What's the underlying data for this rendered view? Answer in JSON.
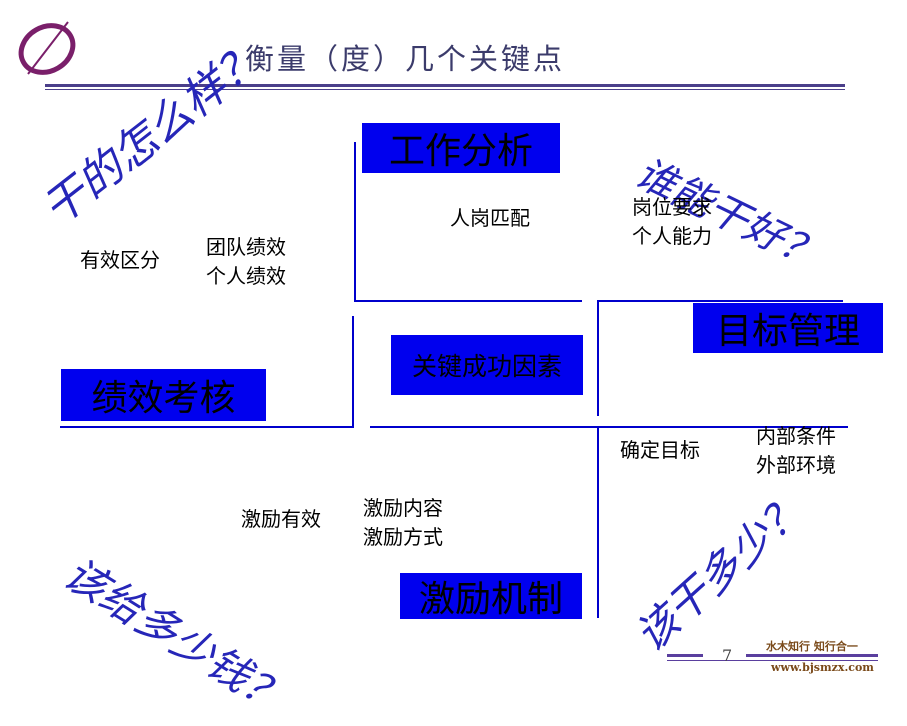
{
  "slide": {
    "title": "衡量（度）几个关键点",
    "page_number": "7"
  },
  "boxes": {
    "job_analysis": "工作分析",
    "goal_management": "目标管理",
    "performance_appraisal": "绩效考核",
    "key_success_factors": "关键成功因素",
    "incentive_mechanism": "激励机制"
  },
  "questions": {
    "how_to_do": "干的怎么样？",
    "who_can_do": "谁能干好？",
    "how_much_pay": "该给多少钱？",
    "how_much_do": "该干多少？"
  },
  "notes": {
    "effective_distinction": "有效区分",
    "team_perf": "团队绩效",
    "individual_perf": "个人绩效",
    "person_post_match": "人岗匹配",
    "post_requirements": "岗位要求",
    "individual_ability": "个人能力",
    "set_goals": "确定目标",
    "internal_conditions": "内部条件",
    "external_env": "外部环境",
    "incentive_effective": "激励有效",
    "incentive_content": "激励内容",
    "incentive_method": "激励方式"
  },
  "footer": {
    "brand": "水木知行 知行合一",
    "url": "www.bjsmzx.com"
  },
  "colors": {
    "box_fill": "#0000ee",
    "question_text": "#2626b8",
    "rule": "#4b3f8a",
    "logo": "#7a1f6a"
  }
}
